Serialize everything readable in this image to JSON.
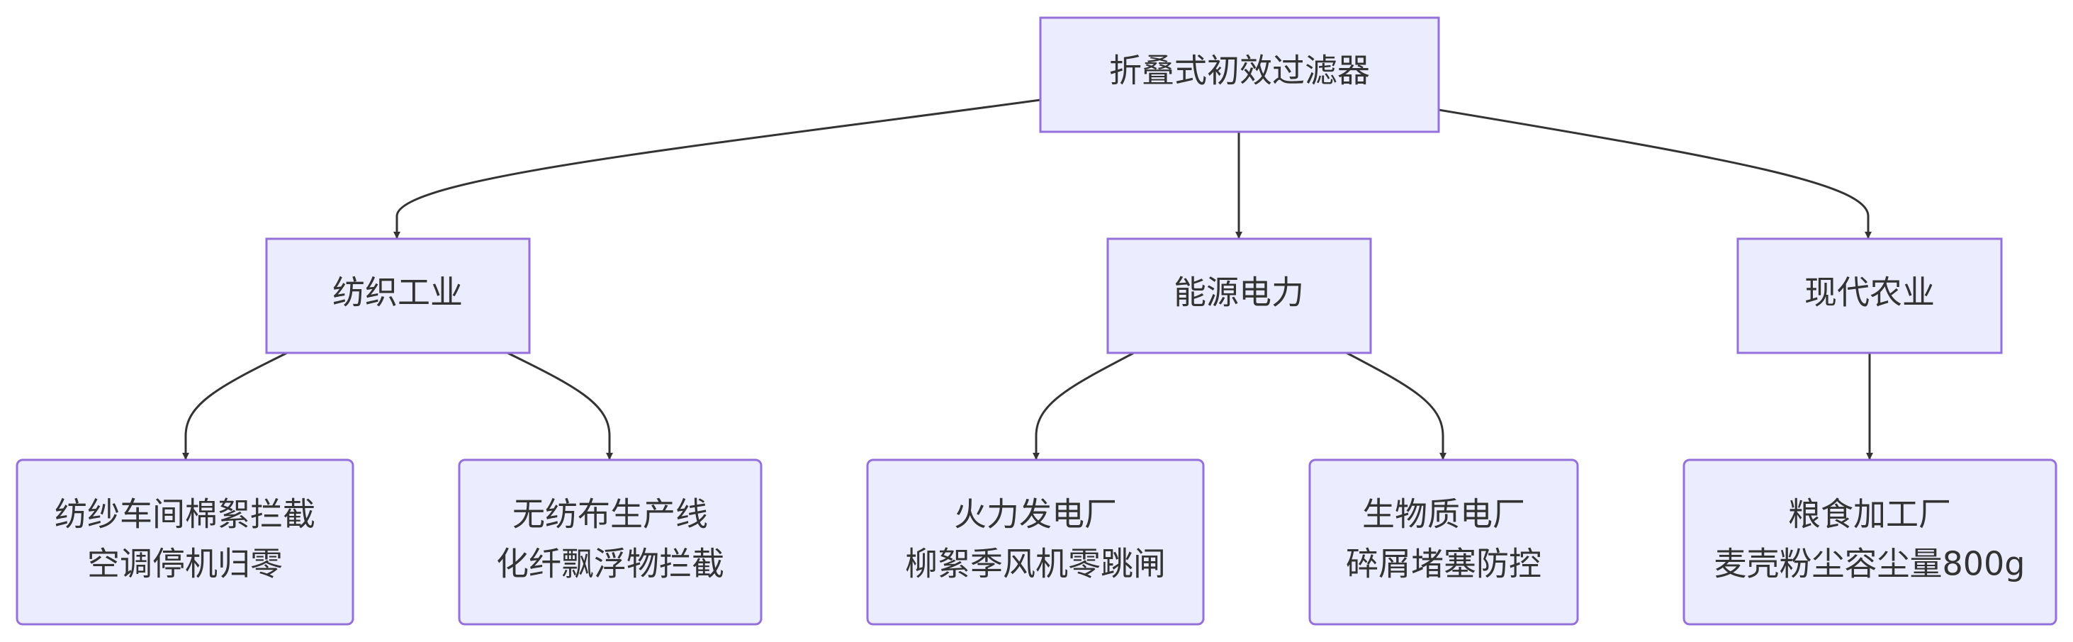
{
  "diagram": {
    "root": {
      "lines": [
        "折叠式初效过滤器"
      ]
    },
    "categories": [
      {
        "lines": [
          "纺织工业"
        ]
      },
      {
        "lines": [
          "能源电力"
        ]
      },
      {
        "lines": [
          "现代农业"
        ]
      }
    ],
    "leaves": [
      {
        "lines": [
          "纺纱车间棉絮拦截",
          "空调停机归零"
        ]
      },
      {
        "lines": [
          "无纺布生产线",
          "化纤飘浮物拦截"
        ]
      },
      {
        "lines": [
          "火力发电厂",
          "柳絮季风机零跳闸"
        ]
      },
      {
        "lines": [
          "生物质电厂",
          "碎屑堵塞防控"
        ]
      },
      {
        "lines": [
          "粮食加工厂",
          "麦壳粉尘容尘量800g"
        ]
      }
    ]
  }
}
